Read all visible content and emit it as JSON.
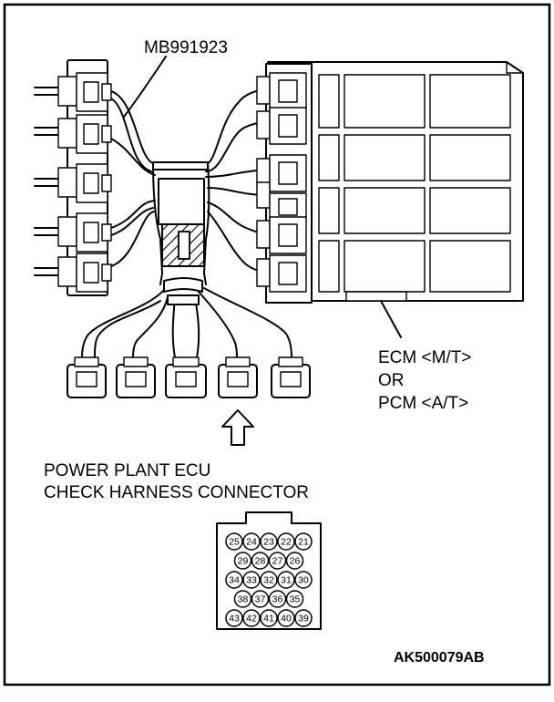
{
  "labels": {
    "tool": "MB991923",
    "ecm_line1": "ECM <M/T>",
    "ecm_line2": "OR",
    "ecm_line3": "PCM <A/T>",
    "connector_line1": "POWER PLANT ECU",
    "connector_line2": "CHECK HARNESS CONNECTOR",
    "figure_code": "AK500079AB"
  },
  "pins": {
    "row1": [
      "25",
      "24",
      "23",
      "22",
      "21"
    ],
    "row2": [
      "29",
      "28",
      "27",
      "26"
    ],
    "row3": [
      "34",
      "33",
      "32",
      "31",
      "30"
    ],
    "row4": [
      "38",
      "37",
      "36",
      "35"
    ],
    "row5": [
      "43",
      "42",
      "41",
      "40",
      "39"
    ]
  }
}
